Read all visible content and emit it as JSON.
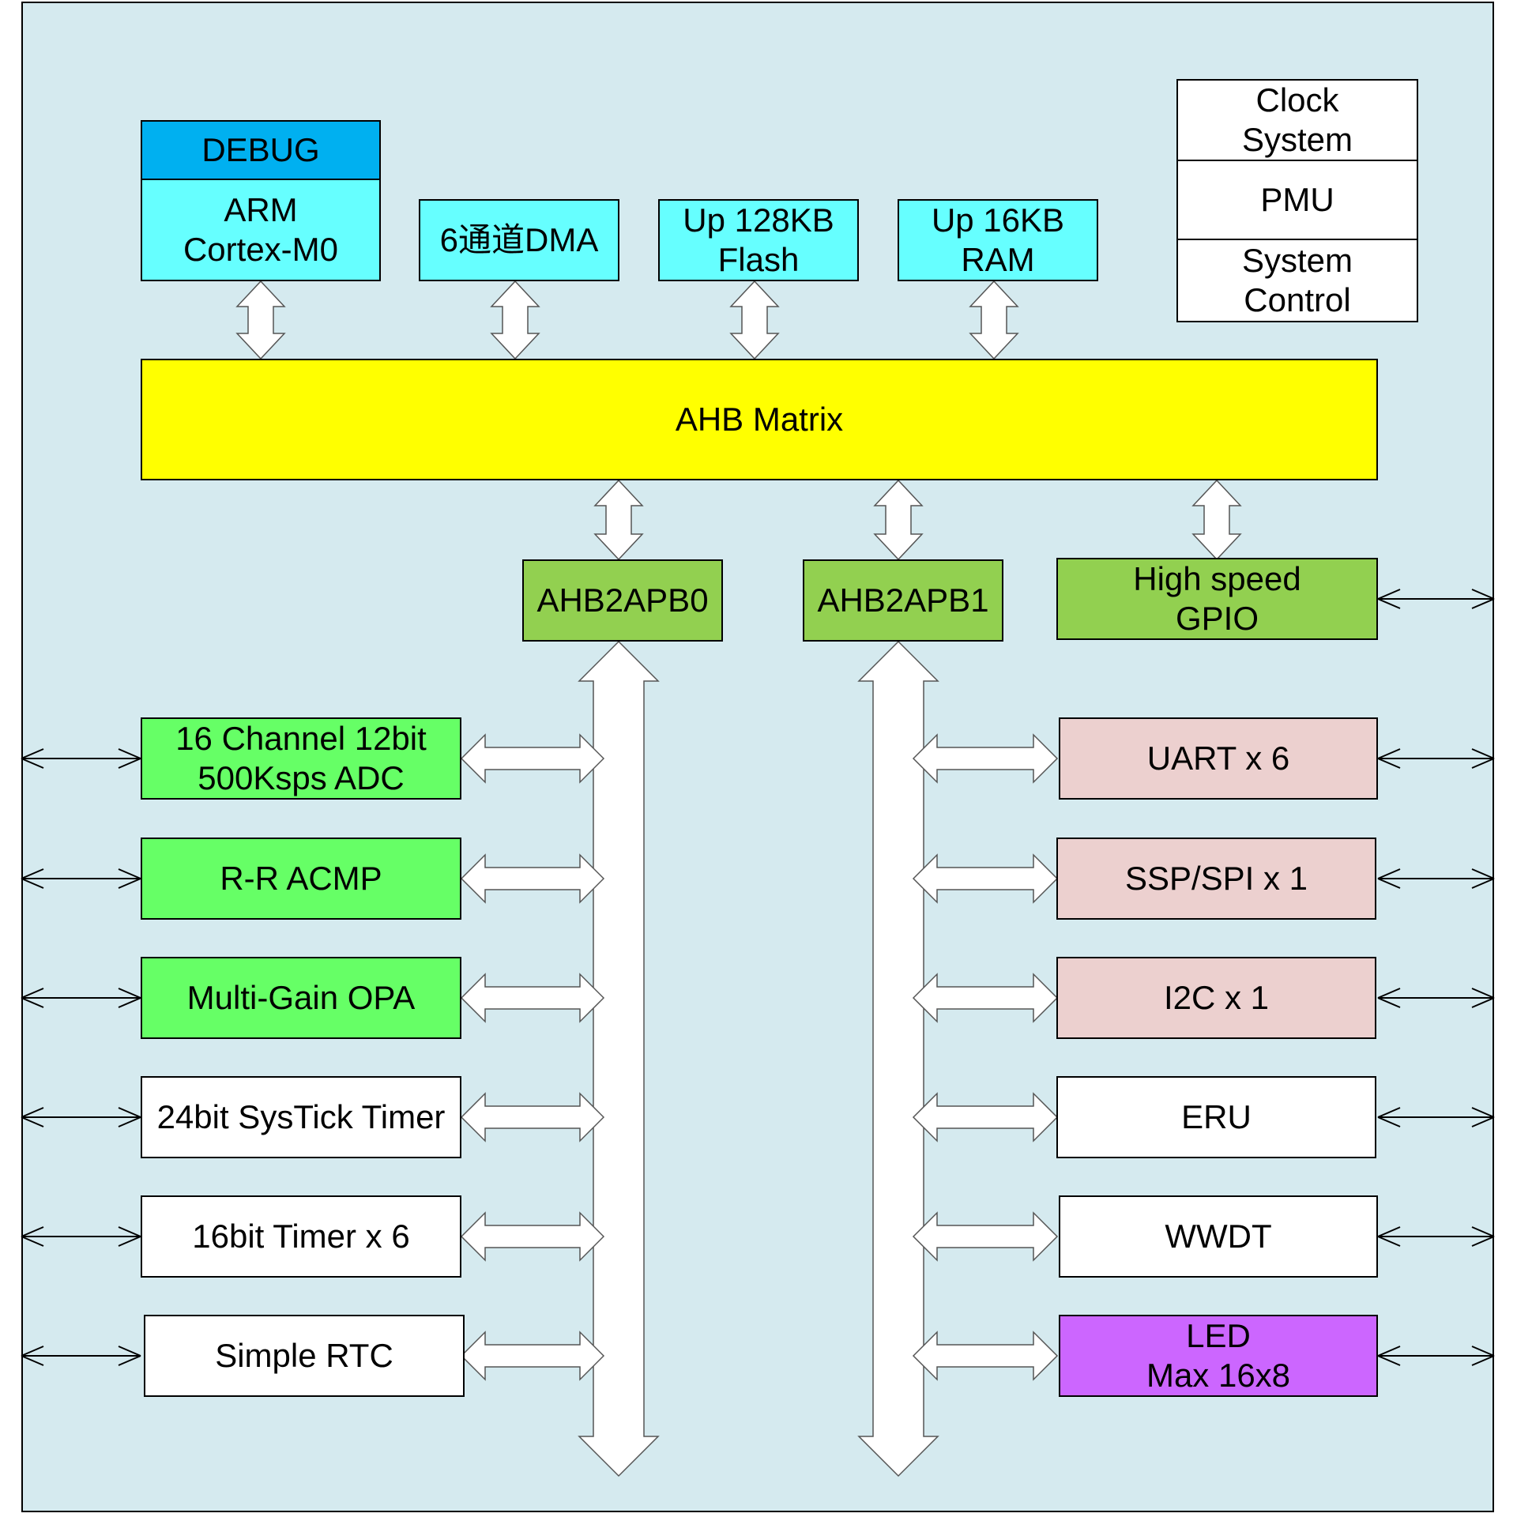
{
  "core": {
    "debug": "DEBUG",
    "cpu": "ARM\nCortex-M0",
    "dma": "6通道DMA",
    "flash": "Up 128KB\nFlash",
    "ram": "Up 16KB\nRAM"
  },
  "system": {
    "clock": "Clock\nSystem",
    "pmu": "PMU",
    "control": "System\nControl"
  },
  "bus": {
    "ahb_matrix": "AHB Matrix",
    "bridge0": "AHB2APB0",
    "bridge1": "AHB2APB1",
    "gpio": "High speed\nGPIO"
  },
  "apb0_peripherals": [
    "16 Channel 12bit\n500Ksps ADC",
    "R-R ACMP",
    "Multi-Gain OPA",
    "24bit SysTick Timer",
    "16bit Timer x 6",
    "Simple RTC"
  ],
  "apb1_peripherals": [
    "UART x 6",
    "SSP/SPI x 1",
    "I2C x 1",
    "ERU",
    "WWDT",
    "LED\nMax 16x8"
  ],
  "colors": {
    "background": "#d5eaef",
    "core_block": "#66ffff",
    "debug_block": "#00b0f0",
    "ahb_matrix": "#ffff00",
    "bridge": "#92d050",
    "analog": "#66ff66",
    "comm": "#ecd0cf",
    "led": "#cc66ff",
    "plain": "#ffffff"
  }
}
